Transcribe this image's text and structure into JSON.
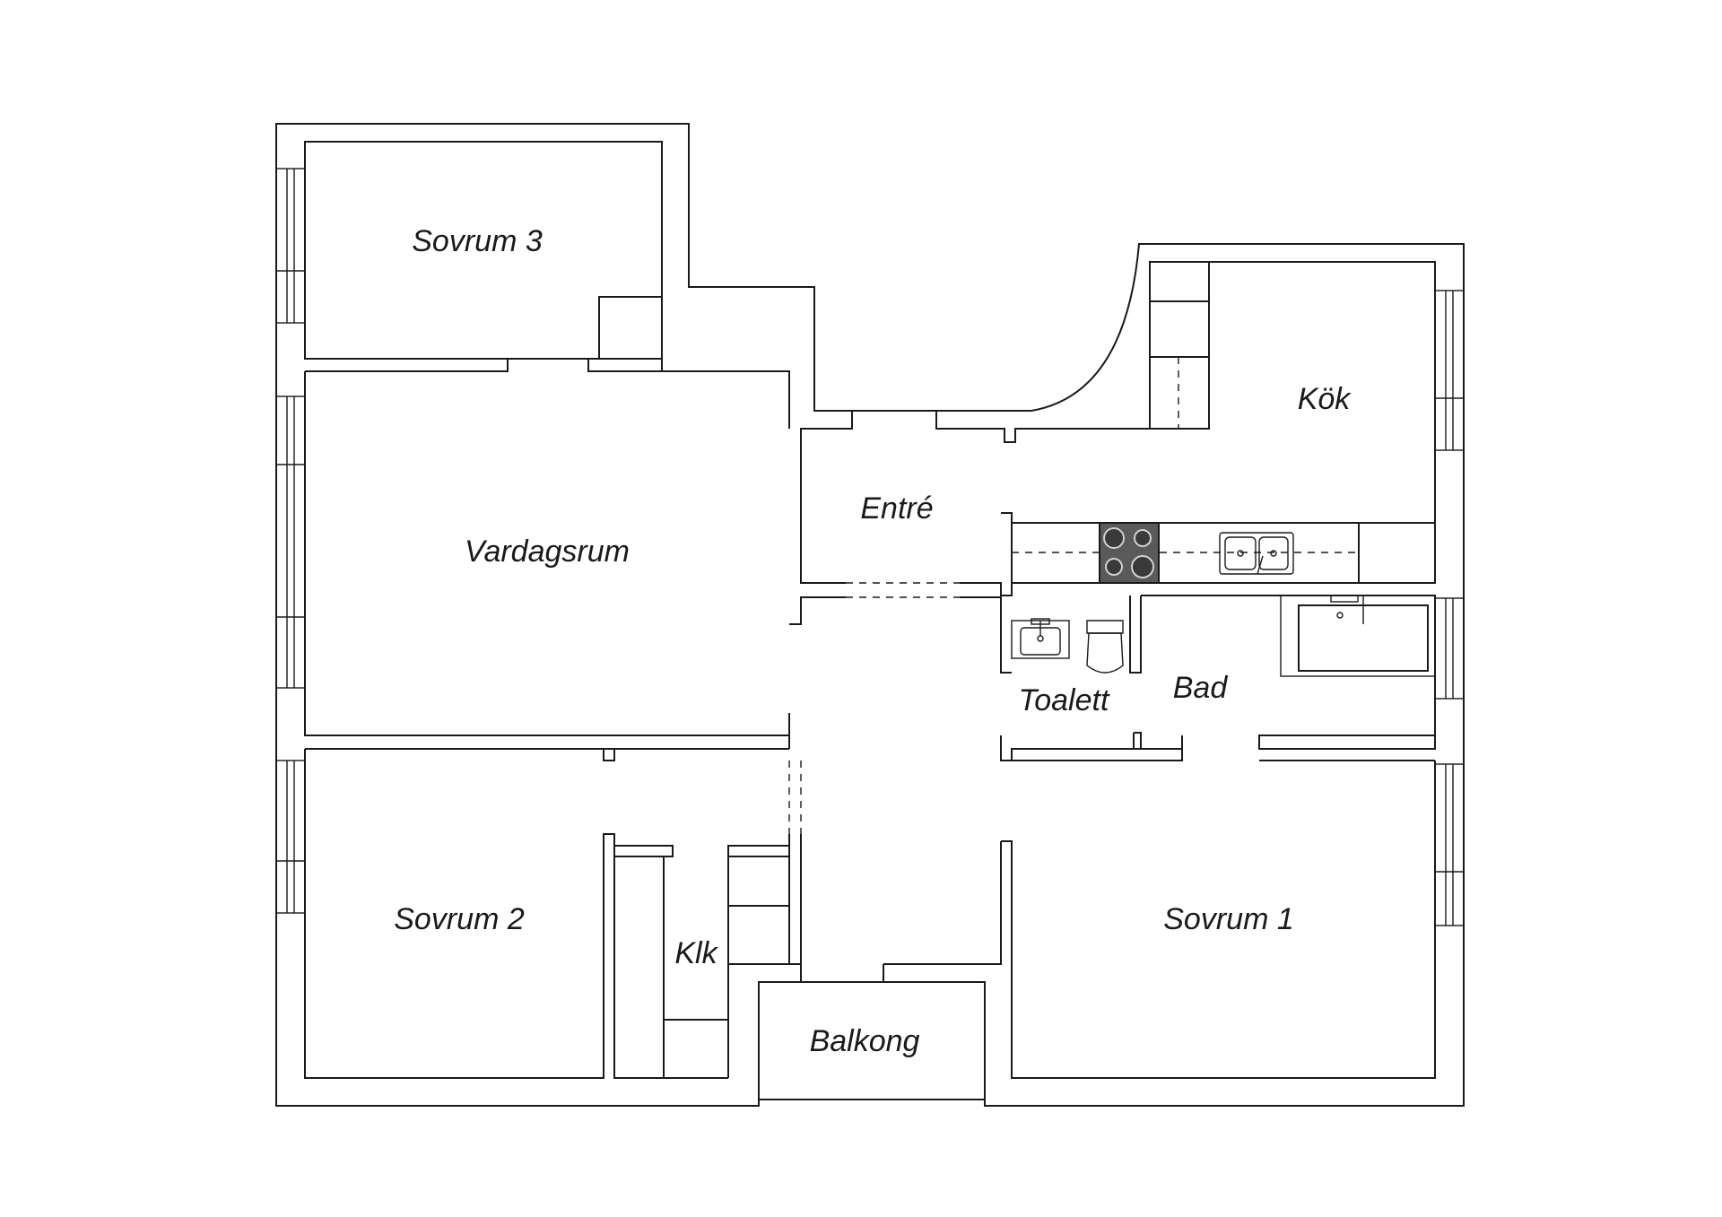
{
  "rooms": {
    "sovrum3": "Sovrum 3",
    "vardagsrum": "Vardagsrum",
    "entre": "Entré",
    "kok": "Kök",
    "toalett": "Toalett",
    "bad": "Bad",
    "sovrum2": "Sovrum 2",
    "klk": "Klk",
    "balkong": "Balkong",
    "sovrum1": "Sovrum 1"
  }
}
